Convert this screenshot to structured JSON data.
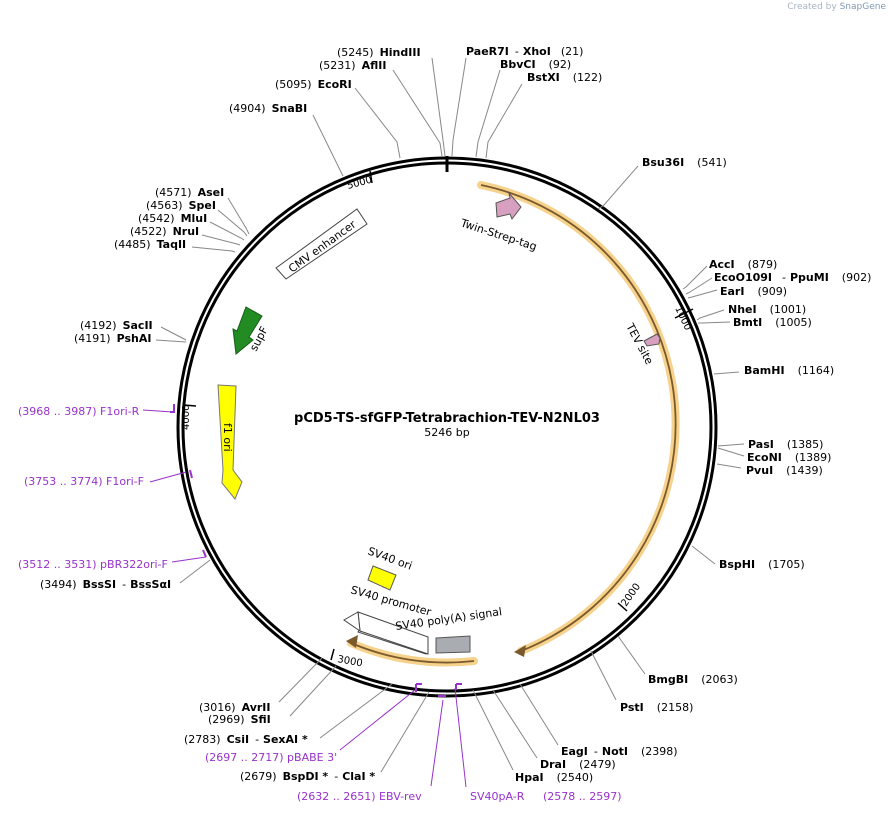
{
  "watermark": {
    "created_by": "Created by",
    "brand": "SnapGene"
  },
  "plasmid": {
    "name": "pCD5-TS-sfGFP-Tetrabrachion-TEV-N2NL03",
    "size": "5246 bp"
  },
  "ticks": {
    "t1000": "1000",
    "t2000": "2000",
    "t3000": "3000",
    "t4000": "4000",
    "t5000": "5000"
  },
  "features": {
    "twin_strep": "Twin-Strep-tag",
    "tev": "TEV site",
    "cmv": "CMV enhancer",
    "supf": "supF",
    "f1ori": "f1 ori",
    "sv40ori": "SV40 ori",
    "sv40prom": "SV40 promoter",
    "polyA": "SV40 poly(A) signal"
  },
  "sites": {
    "hindiii": {
      "pos": "(5245)",
      "name": "HindIII"
    },
    "aflii": {
      "pos": "(5231)",
      "name": "AflII"
    },
    "ecori": {
      "pos": "(5095)",
      "name": "EcoRI"
    },
    "snabi": {
      "pos": "(4904)",
      "name": "SnaBI"
    },
    "pae": {
      "name": "PaeR7I",
      "sep": "-",
      "name2": "XhoI",
      "pos": "(21)"
    },
    "bbvci": {
      "name": "BbvCI",
      "pos": "(92)"
    },
    "bstxi": {
      "name": "BstXI",
      "pos": "(122)"
    },
    "bsu36i": {
      "name": "Bsu36I",
      "pos": "(541)"
    },
    "acci": {
      "name": "AccI",
      "pos": "(879)"
    },
    "eco": {
      "name": "EcoO109I",
      "sep": "-",
      "name2": "PpuMI",
      "pos": "(902)"
    },
    "eari": {
      "name": "EarI",
      "pos": "(909)"
    },
    "nhei": {
      "name": "NheI",
      "pos": "(1001)"
    },
    "bmti": {
      "name": "BmtI",
      "pos": "(1005)"
    },
    "bamhi": {
      "name": "BamHI",
      "pos": "(1164)"
    },
    "pasi": {
      "name": "PasI",
      "pos": "(1385)"
    },
    "econi": {
      "name": "EcoNI",
      "pos": "(1389)"
    },
    "pvui": {
      "name": "PvuI",
      "pos": "(1439)"
    },
    "bsphi": {
      "name": "BspHI",
      "pos": "(1705)"
    },
    "bmgbi": {
      "name": "BmgBI",
      "pos": "(2063)"
    },
    "psti": {
      "name": "PstI",
      "pos": "(2158)"
    },
    "eagi": {
      "name": "EagI",
      "sep": "-",
      "name2": "NotI",
      "pos": "(2398)"
    },
    "drai": {
      "name": "DraI",
      "pos": "(2479)"
    },
    "hpai": {
      "name": "HpaI",
      "pos": "(2540)"
    },
    "asei": {
      "pos": "(4571)",
      "name": "AseI"
    },
    "spei": {
      "pos": "(4563)",
      "name": "SpeI"
    },
    "mlui": {
      "pos": "(4542)",
      "name": "MluI"
    },
    "nrui": {
      "pos": "(4522)",
      "name": "NruI"
    },
    "taqii": {
      "pos": "(4485)",
      "name": "TaqII"
    },
    "saci": {
      "pos": "(4192)",
      "name": "SacII"
    },
    "pshai": {
      "pos": "(4191)",
      "name": "PshAI"
    },
    "bsssi": {
      "pos": "(3494)",
      "name": "BssSI",
      "sep": "-",
      "name2": "BssSαI"
    },
    "avrii": {
      "pos": "(3016)",
      "name": "AvrII"
    },
    "sfii": {
      "pos": "(2969)",
      "name": "SfiI"
    },
    "csii": {
      "pos": "(2783)",
      "name": "CsiI",
      "sep": "-",
      "name2": "SexAI *"
    },
    "bspdi": {
      "pos": "(2679)",
      "name": "BspDI *",
      "sep": "-",
      "name2": "ClaI *"
    }
  },
  "primers": {
    "f1ori_r": "(3968 .. 3987)  F1ori-R",
    "f1ori_f": "(3753 .. 3774)  F1ori-F",
    "pbr322": "(3512 .. 3531)  pBR322ori-F",
    "pbabe": "(2697 .. 2717)  pBABE 3'",
    "ebv": "(2632 .. 2651)  EBV-rev",
    "sv40pa": "SV40pA-R",
    "sv40pa_pos": "(2578 .. 2597)"
  },
  "colors": {
    "primer": "#9932cc",
    "yellow": "#ffff00",
    "green": "#228b22",
    "pink": "#d8a0c0",
    "grey": "#a9adb2",
    "cds_highlight": "#f6d28c",
    "cds_arrow": "#7a5a2a"
  }
}
